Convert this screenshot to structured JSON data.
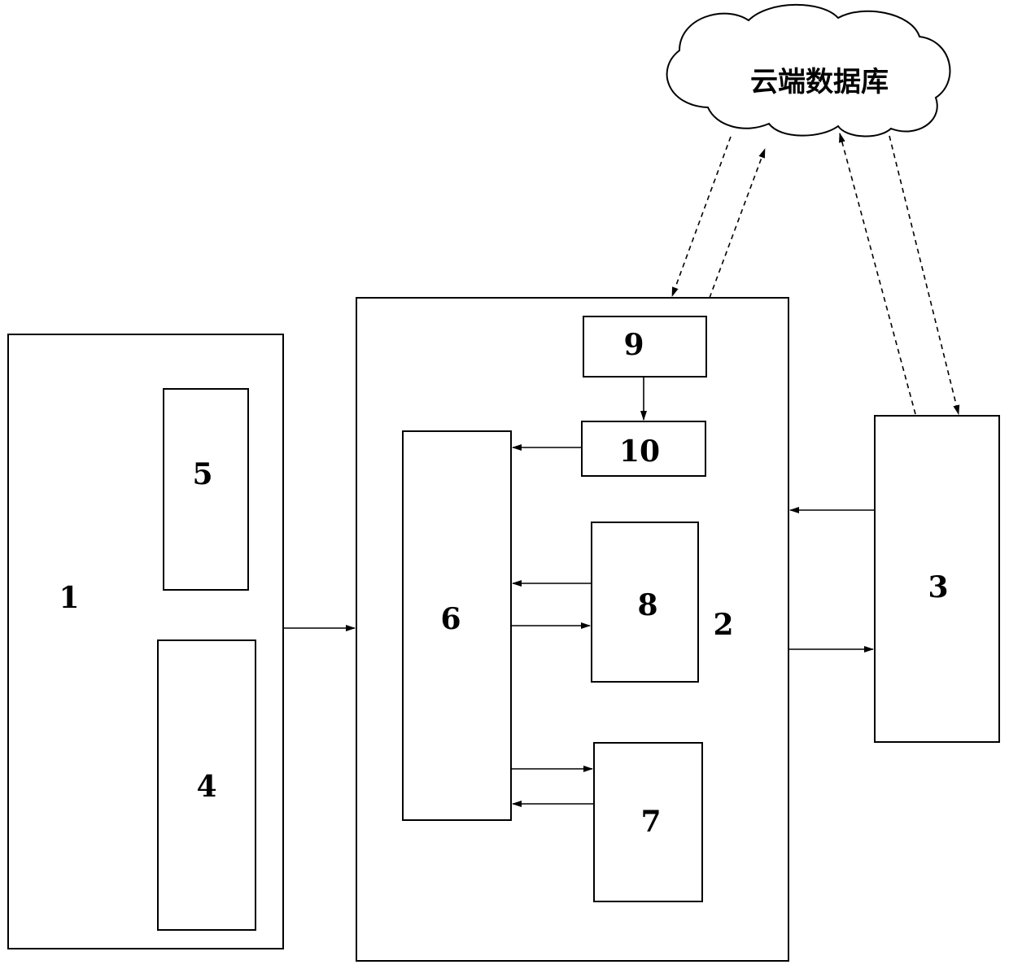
{
  "diagram": {
    "cloud_label": "云端数据库",
    "blocks": [
      {
        "id": "1",
        "label": "1"
      },
      {
        "id": "2",
        "label": "2"
      },
      {
        "id": "3",
        "label": "3"
      },
      {
        "id": "4",
        "label": "4"
      },
      {
        "id": "5",
        "label": "5"
      },
      {
        "id": "6",
        "label": "6"
      },
      {
        "id": "7",
        "label": "7"
      },
      {
        "id": "8",
        "label": "8"
      },
      {
        "id": "9",
        "label": "9"
      },
      {
        "id": "10",
        "label": "10"
      }
    ],
    "connections": [
      {
        "from": "1",
        "to": "2",
        "style": "solid"
      },
      {
        "from": "9",
        "to": "10",
        "style": "solid"
      },
      {
        "from": "10",
        "to": "6",
        "style": "solid"
      },
      {
        "from": "8",
        "to": "6",
        "style": "solid"
      },
      {
        "from": "6",
        "to": "8",
        "style": "solid"
      },
      {
        "from": "6",
        "to": "7",
        "style": "solid"
      },
      {
        "from": "7",
        "to": "6",
        "style": "solid"
      },
      {
        "from": "3",
        "to": "2",
        "style": "solid"
      },
      {
        "from": "2",
        "to": "3",
        "style": "solid"
      },
      {
        "from": "云端数据库",
        "to": "2",
        "style": "dashed"
      },
      {
        "from": "2",
        "to": "云端数据库",
        "style": "dashed"
      },
      {
        "from": "3",
        "to": "云端数据库",
        "style": "dashed"
      },
      {
        "from": "云端数据库",
        "to": "3",
        "style": "dashed"
      }
    ]
  }
}
